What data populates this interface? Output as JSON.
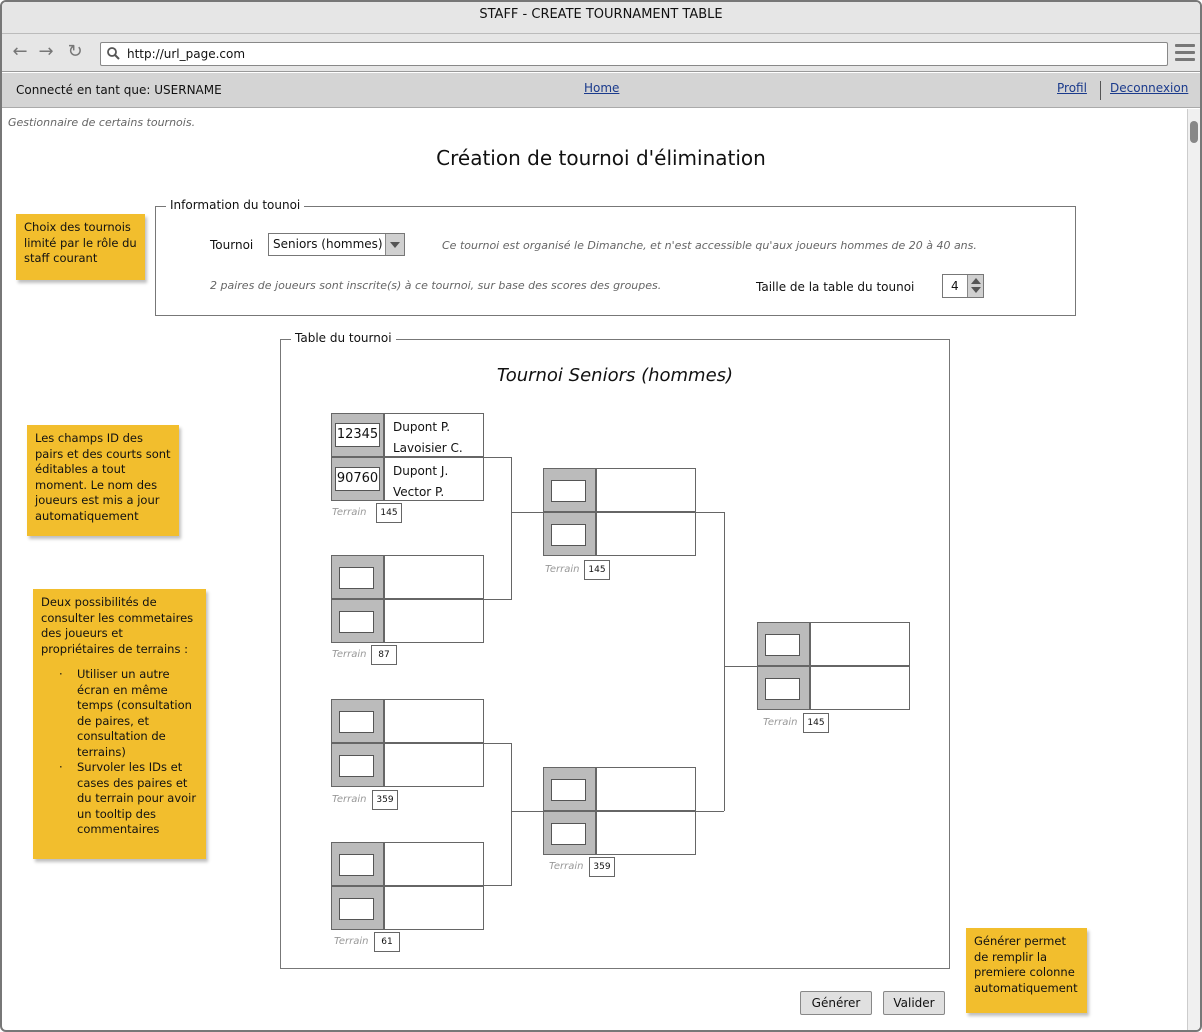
{
  "window": {
    "title": "STAFF - CREATE TOURNAMENT TABLE"
  },
  "browser": {
    "url": "http://url_page.com"
  },
  "appbar": {
    "user_label": "Connecté en tant que: USERNAME",
    "home": "Home",
    "profil": "Profil",
    "deconnexion": "Deconnexion"
  },
  "page": {
    "subtitle": "Gestionnaire de certains tournois.",
    "title": "Création de tournoi d'élimination"
  },
  "info_section": {
    "legend": "Information du tounoi",
    "tournoi_label": "Tournoi",
    "tournoi_selected": "Seniors (hommes)",
    "tournoi_description": "Ce tournoi est organisé le Dimanche, et n'est accessible qu'aux joueurs hommes de 20 à 40 ans.",
    "pairs_info": "2 paires de joueurs sont inscrite(s) à ce tournoi, sur base des scores des groupes.",
    "size_label": "Taille de la table du tounoi",
    "size_value": "4"
  },
  "table_section": {
    "legend": "Table du tournoi",
    "title": "Tournoi Seniors (hommes)",
    "terrain_label": "Terrain",
    "matches": [
      {
        "pairs": [
          {
            "id": "12345",
            "player1": "Dupont P.",
            "player2": "Lavoisier C."
          },
          {
            "id": "90760",
            "player1": "Dupont J.",
            "player2": "Vector P."
          }
        ],
        "terrain": "145"
      },
      {
        "pairs": [
          {
            "id": "",
            "player1": "",
            "player2": ""
          },
          {
            "id": "",
            "player1": "",
            "player2": ""
          }
        ],
        "terrain": "87"
      },
      {
        "pairs": [
          {
            "id": "",
            "player1": "",
            "player2": ""
          },
          {
            "id": "",
            "player1": "",
            "player2": ""
          }
        ],
        "terrain": "359"
      },
      {
        "pairs": [
          {
            "id": "",
            "player1": "",
            "player2": ""
          },
          {
            "id": "",
            "player1": "",
            "player2": ""
          }
        ],
        "terrain": "61"
      },
      {
        "pairs": [
          {
            "id": "",
            "player1": "",
            "player2": ""
          },
          {
            "id": "",
            "player1": "",
            "player2": ""
          }
        ],
        "terrain": "145"
      },
      {
        "pairs": [
          {
            "id": "",
            "player1": "",
            "player2": ""
          },
          {
            "id": "",
            "player1": "",
            "player2": ""
          }
        ],
        "terrain": "359"
      },
      {
        "pairs": [
          {
            "id": "",
            "player1": "",
            "player2": ""
          },
          {
            "id": "",
            "player1": "",
            "player2": ""
          }
        ],
        "terrain": "145"
      }
    ]
  },
  "notes": {
    "note1": "Choix des tournois limité par le rôle du staff courant",
    "note2": "Les champs ID des pairs et des courts sont éditables a tout moment. Le nom des joueurs est mis a jour automatiquement",
    "note3_intro": "Deux possibilités de consulter les commetaires des joueurs et propriétaires de terrains :",
    "note3_items": [
      "Utiliser un autre écran en même temps (consultation de paires, et consultation de terrains)",
      "Survoler les IDs et cases des paires et du terrain pour avoir un tooltip des commentaires"
    ],
    "note4": "Générer permet de remplir la premiere colonne automatiquement"
  },
  "buttons": {
    "generer": "Générer",
    "valider": "Valider"
  },
  "colors": {
    "note": "#f2be2d",
    "link": "#1a3a8c",
    "id_cell": "#bbbbbb"
  }
}
